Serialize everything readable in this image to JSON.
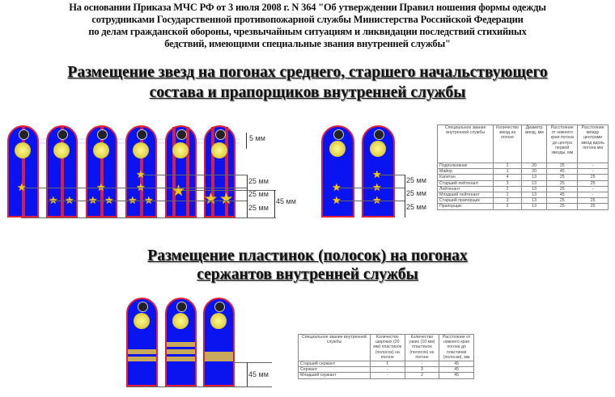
{
  "header": {
    "lines": [
      "На основании Приказа МЧС РФ от 3 июля 2008 г. N 364 \"Об утверждении Правил ношения формы одежды",
      "сотрудниками Государственной противопожарной службы Министерства Российской Федерации",
      "по делам гражданской обороны, чрезвычайным ситуациям и ликвидации последствий стихийных",
      "бедствий, имеющими специальные звания внутренней службы\""
    ]
  },
  "section1": {
    "title_line1": "Размещение звезд на погонах среднего, старшего начальствующего",
    "title_line2": " состава и прапорщиков внутренней службы",
    "dims": {
      "d5": "5 мм",
      "d25a": "25 мм",
      "d25b": "25 мм",
      "d25c": "25 мм",
      "d45": "45 мм",
      "r25a": "25 мм",
      "r25b": "25 мм",
      "r25c": "25 мм"
    },
    "table": {
      "headers": [
        "Специальное звание внутренней службы",
        "Количество звезд на погоне",
        "Диаметр звезд, мм",
        "Расстояние от нижнего края погона до центра первой звезды, мм",
        "Расстояние между центрами звезд вдоль погона мм"
      ],
      "rows": [
        [
          "Подполковник",
          "2",
          "20",
          "25",
          "-"
        ],
        [
          "Майор",
          "1",
          "20",
          "45",
          "-"
        ],
        [
          "Капитан",
          "4",
          "13",
          "25",
          "25"
        ],
        [
          "Старший лейтенант",
          "3",
          "13",
          "25",
          "25"
        ],
        [
          "Лейтенант",
          "2",
          "13",
          "25",
          "-"
        ],
        [
          "Младший лейтенант",
          "1",
          "13",
          "45",
          "-"
        ],
        [
          "Старший прапорщик",
          "3",
          "13",
          "25",
          "25"
        ],
        [
          "Прапорщик",
          "2",
          "13",
          "25",
          "25"
        ]
      ]
    }
  },
  "section2": {
    "title_line1": "Размещение пластинок (полосок) на погонах",
    "title_line2": "сержантов внутренней службы",
    "dims": {
      "d45": "45 мм"
    },
    "table": {
      "headers": [
        "Специальное звание внутренней службы",
        "Количество широких (20 мм) пластинок (полосок) на погоне",
        "Количество узких (10 мм) пластинок (полосок) на погоне",
        "Расстояние от нижнего края погона до пластинки (полоски), мм"
      ],
      "rows": [
        [
          "Старший сержант",
          "1",
          "-",
          "45"
        ],
        [
          "Сержант",
          "-",
          "3",
          "45"
        ],
        [
          "Младший сержант",
          "-",
          "2",
          "45"
        ]
      ]
    }
  },
  "colors": {
    "epaulette_blue": "#0a14f0",
    "piping_red": "#e3203a",
    "star_gold": "#f3c61a",
    "stripe_gold": "#c8a85a"
  },
  "icons": {
    "star": "★",
    "button": "button-icon",
    "emblem": "emblem-icon"
  }
}
